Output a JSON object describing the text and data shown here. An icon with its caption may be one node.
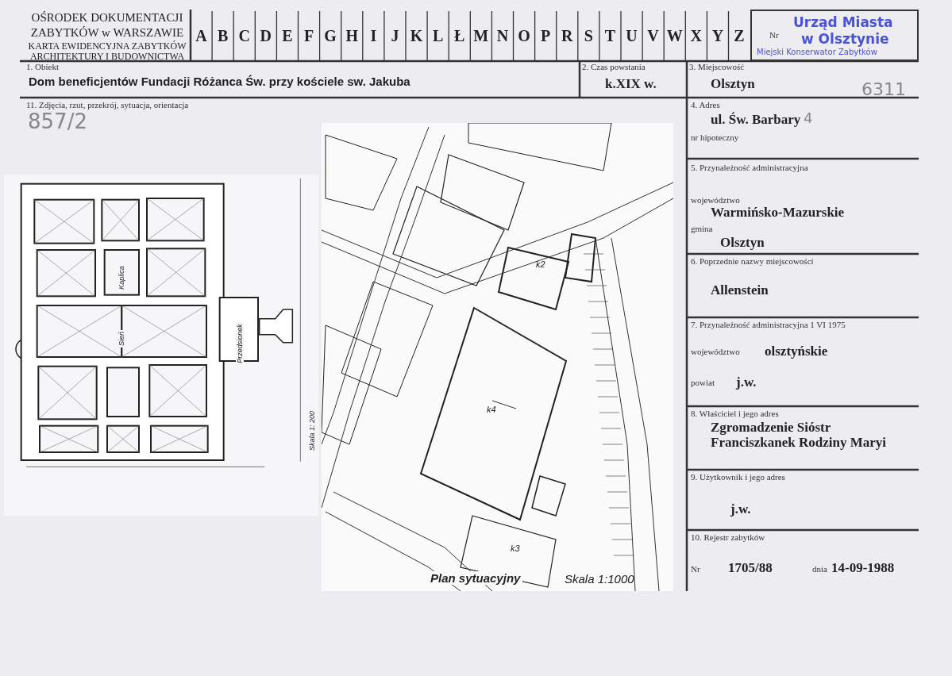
{
  "diagram": {
    "nodes": [
      {
        "text": [
          "OŚRODEK DOKUMENTACJI ZABYTKÓW w WARSZAWIE",
          "KARTA EWIDENCYJNA ZABYTKÓW ARCHITEKTURY I BUDOWNICTWA"
        ]
      },
      {
        "text": [
          "A",
          "B",
          "C",
          "D",
          "E",
          "F",
          "G",
          "H",
          "I",
          "J",
          "K",
          "L",
          "Ł",
          "M",
          "N",
          "O",
          "P",
          "R",
          "S",
          "T",
          "U",
          "V",
          "W",
          "X",
          "Y",
          "Z"
        ]
      },
      {
        "text": [
          "Nr",
          "Urząd Miasta",
          "w Olsztynie",
          "Miejski Konserwator Zabytków"
        ]
      },
      {
        "text": [
          "1. Obiekt",
          "Dom beneficjentów Fundacji Różanca Św. przy kościele sw. Jakuba"
        ]
      },
      {
        "text": [
          "2. Czas powstania",
          "k.XIX w."
        ]
      },
      {
        "text": [
          "3. Miejscowość",
          "Olsztyn"
        ]
      },
      {
        "text": [
          "11. Zdjęcia, rzut, przekrój, sytuacja, orientacja"
        ]
      },
      {
        "text": [
          "Kaplica",
          "Sień",
          "Przedsionek",
          "Skala 1: 200"
        ],
        "in": 6
      },
      {
        "text": [
          "k4",
          "k2",
          "k3",
          "Plan sytuacyjny",
          "Skala 1:1000"
        ],
        "in": 6
      },
      {
        "text": [
          "4. Adres",
          "ul. Św. Barbary",
          "nr hipoteczny"
        ]
      },
      {
        "text": [
          "5. Przynależność administracyjna",
          "województwo",
          "Warmińsko-Mazurskie",
          "gmina",
          "Olsztyn"
        ]
      },
      {
        "text": [
          "6. Poprzednie nazwy miejscowości",
          "Allenstein"
        ]
      },
      {
        "text": [
          "7. Przynależność administracyjna 1 VI 1975",
          "województwo",
          "olsztyńskie",
          "powiat",
          "j.w."
        ]
      },
      {
        "text": [
          "8. Właściciel i jego adres",
          "Zgromadzenie Sióstr Franciszkanek Rodziny Maryi"
        ]
      },
      {
        "text": [
          "9. Użytkownik i jego adres",
          "j.w."
        ]
      },
      {
        "text": [
          "10. Rejestr zabytków",
          "Nr",
          "1705/88",
          "dnia",
          "14-09-1988"
        ]
      }
    ],
    "labels": [
      "857/2",
      "6311",
      "4"
    ]
  }
}
